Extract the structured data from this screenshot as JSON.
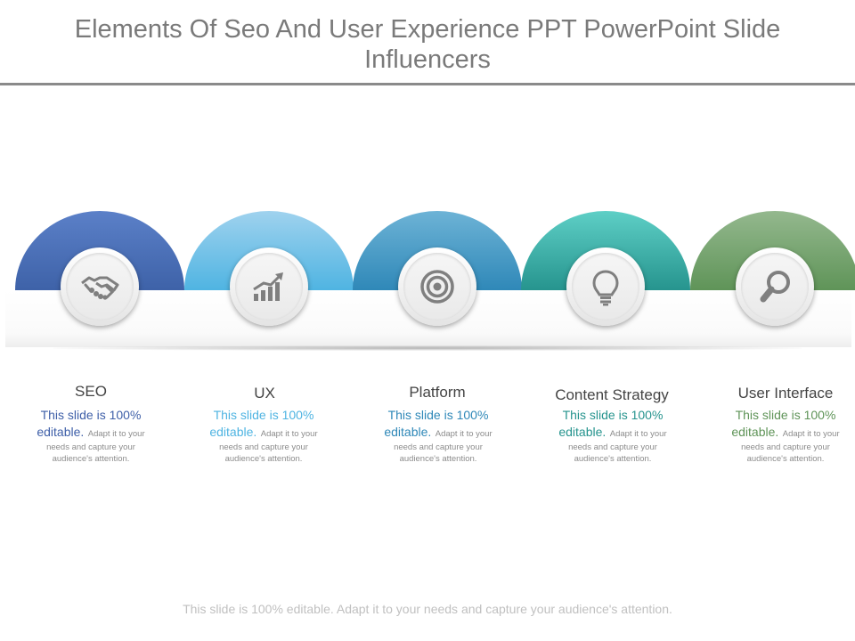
{
  "title": "Elements Of Seo And User Experience PPT PowerPoint Slide Influencers",
  "items": [
    {
      "label": "SEO",
      "icon": "handshake-icon",
      "color_top": "#5b80c8",
      "color_bottom": "#3e62a8",
      "highlight": "This slide is 100% editable.",
      "detail": "Adapt it to your needs and capture your audience's attention."
    },
    {
      "label": "UX",
      "icon": "growth-chart-icon",
      "color_top": "#9fd2ee",
      "color_bottom": "#4fb4e2",
      "highlight": "This slide is 100% editable.",
      "detail": "Adapt it to your needs and capture your audience's attention."
    },
    {
      "label": "Platform",
      "icon": "target-icon",
      "color_top": "#6db3d6",
      "color_bottom": "#2f88b8",
      "highlight": "This slide is 100% editable.",
      "detail": "Adapt it to your needs and capture your audience's attention."
    },
    {
      "label": "Content Strategy",
      "icon": "lightbulb-icon",
      "color_top": "#5ecfc6",
      "color_bottom": "#26948e",
      "highlight": "This slide is 100% editable.",
      "detail": "Adapt it to your needs and capture your audience's attention."
    },
    {
      "label": "User Interface",
      "icon": "magnifier-icon",
      "color_top": "#94b88e",
      "color_bottom": "#5f9458",
      "highlight": "This slide is 100% editable.",
      "detail": "Adapt it to your needs and capture your audience's attention."
    }
  ],
  "highlight_colors": [
    "#3e5fa8",
    "#4fb4e2",
    "#2f88b8",
    "#26948e",
    "#5f9458"
  ],
  "footer": "This slide is 100% editable. Adapt it to your needs and capture your audience's attention."
}
